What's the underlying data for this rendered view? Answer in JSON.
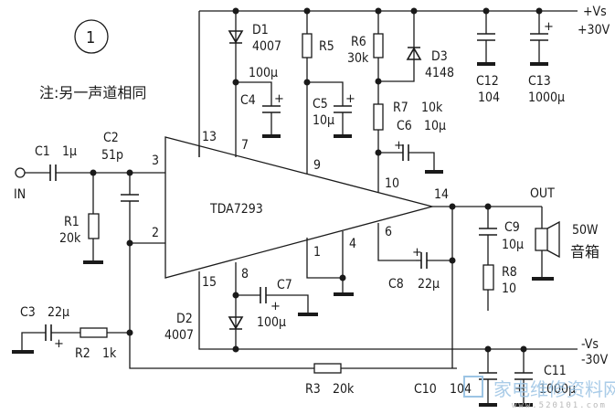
{
  "diagram": {
    "figure_number": "1",
    "note": "注:另一声道相同",
    "ic": {
      "name": "TDA7293",
      "pins": {
        "p13": "13",
        "p7": "7",
        "p9": "9",
        "p10": "10",
        "p14": "14",
        "p3": "3",
        "p2": "2",
        "p15": "15",
        "p8": "8",
        "p1": "1",
        "p4": "4",
        "p6": "6"
      }
    },
    "input_label": "IN",
    "output_label": "OUT",
    "speaker": {
      "power": "50W",
      "label": "音箱"
    },
    "supply_pos": {
      "name": "+Vs",
      "value": "+30V"
    },
    "supply_neg": {
      "name": "-Vs",
      "value": "-30V"
    },
    "components": {
      "C1": {
        "ref": "C1",
        "value": "1μ"
      },
      "C2": {
        "ref": "C2",
        "value": "51p"
      },
      "R1": {
        "ref": "R1",
        "value": "20k"
      },
      "C3": {
        "ref": "C3",
        "value": "22μ"
      },
      "R2": {
        "ref": "R2",
        "value": "1k"
      },
      "R3": {
        "ref": "R3",
        "value": "20k"
      },
      "D1": {
        "ref": "D1",
        "value": "4007"
      },
      "D2": {
        "ref": "D2",
        "value": "4007"
      },
      "D3": {
        "ref": "D3",
        "value": "4148"
      },
      "C4": {
        "ref": "C4",
        "value": "100μ"
      },
      "C5": {
        "ref": "C5",
        "value": "10μ"
      },
      "R5": {
        "ref": "R5"
      },
      "R6": {
        "ref": "R6",
        "value": "30k"
      },
      "R7": {
        "ref": "R7",
        "value": "10k"
      },
      "C6": {
        "ref": "C6",
        "value": "10μ"
      },
      "C7": {
        "ref": "C7",
        "value": "100μ"
      },
      "C8": {
        "ref": "C8",
        "value": "22μ"
      },
      "C9": {
        "ref": "C9",
        "value": "10μ"
      },
      "R8": {
        "ref": "R8",
        "value": "10"
      },
      "C10": {
        "ref": "C10",
        "value": "104"
      },
      "C11": {
        "ref": "C11",
        "value": "1000μ"
      },
      "C12": {
        "ref": "C12",
        "value": "104"
      },
      "C13": {
        "ref": "C13",
        "value": "1000μ"
      }
    },
    "polarity_mark": "+",
    "watermark": {
      "text": "家电维修资料网",
      "url_text": "www.520101.com"
    }
  }
}
